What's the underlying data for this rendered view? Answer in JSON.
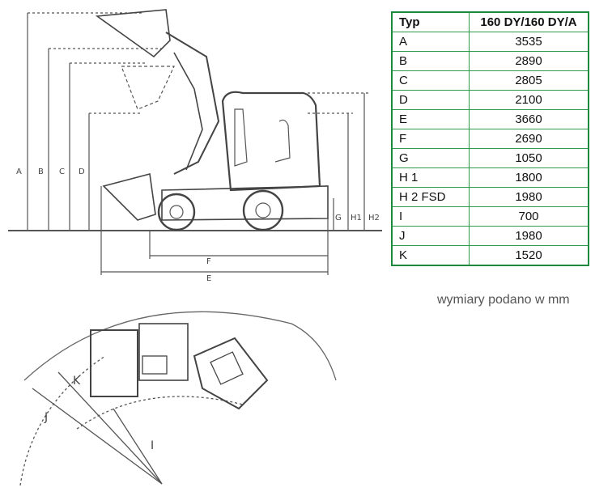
{
  "table": {
    "header": [
      "Typ",
      "160 DY/160 DY/A"
    ],
    "rows": [
      [
        "A",
        "3535"
      ],
      [
        "B",
        "2890"
      ],
      [
        "C",
        "2805"
      ],
      [
        "D",
        "2100"
      ],
      [
        "E",
        "3660"
      ],
      [
        "F",
        "2690"
      ],
      [
        "G",
        "1050"
      ],
      [
        "H 1",
        "1800"
      ],
      [
        "H 2 FSD",
        "1980"
      ],
      [
        "I",
        "700"
      ],
      [
        "J",
        "1980"
      ],
      [
        "K",
        "1520"
      ]
    ]
  },
  "note": "wymiary podano w mm",
  "side_labels": {
    "A": "A",
    "B": "B",
    "C": "C",
    "D": "D",
    "E": "E",
    "F": "F",
    "G": "G",
    "H1": "H1",
    "H2": "H2"
  },
  "turn_labels": {
    "J": "J",
    "K": "K",
    "I": "I"
  }
}
